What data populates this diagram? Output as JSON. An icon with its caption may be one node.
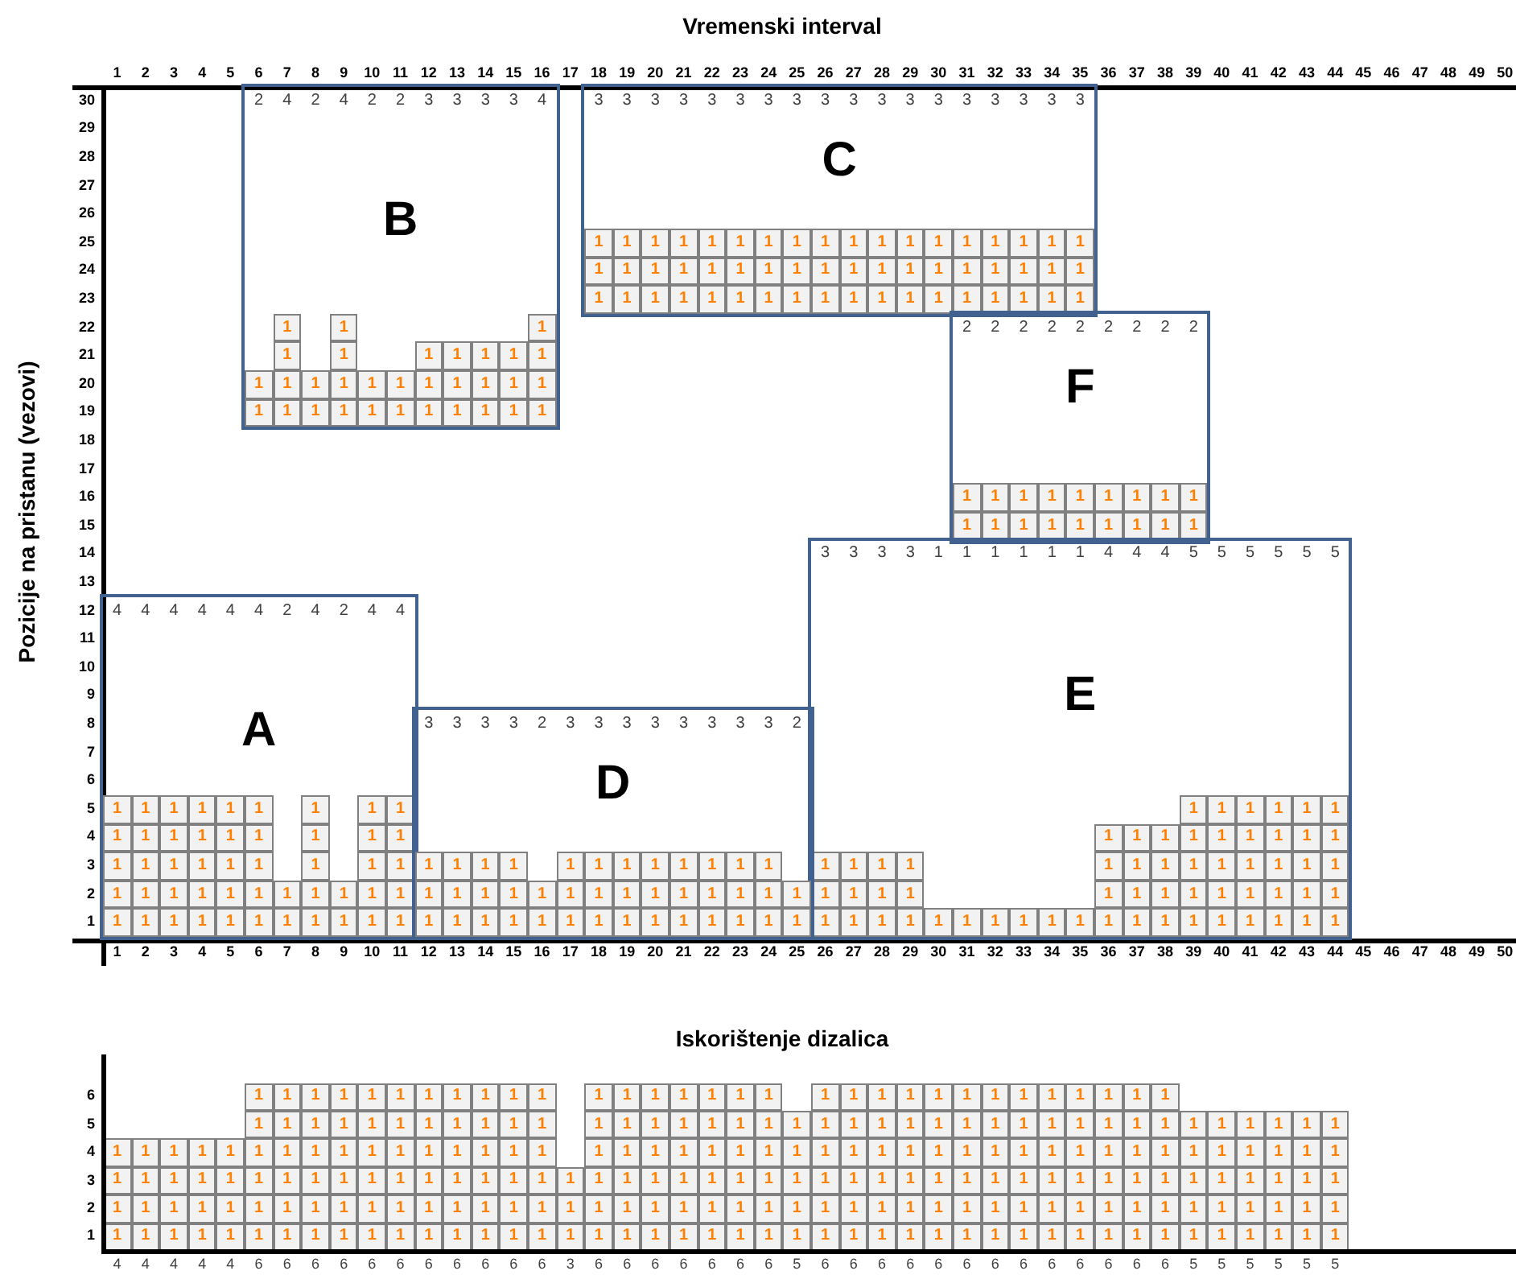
{
  "diagram": {
    "nodes": [
      {
        "text": [
          "2",
          "4",
          "2",
          "4",
          "2",
          "2",
          "3",
          "3",
          "3",
          "3",
          "4",
          "B"
        ]
      },
      {
        "text": [
          "1"
        ],
        "in": 0
      },
      {
        "text": [
          "1"
        ],
        "in": 0
      },
      {
        "text": [
          "1"
        ],
        "in": 0
      },
      {
        "text": [
          "1"
        ],
        "in": 0
      },
      {
        "text": [
          "1"
        ],
        "in": 0
      },
      {
        "text": [
          "1"
        ],
        "in": 0
      },
      {
        "text": [
          "1"
        ],
        "in": 0
      },
      {
        "text": [
          "1"
        ],
        "in": 0
      },
      {
        "text": [
          "1"
        ],
        "in": 0
      },
      {
        "text": [
          "1"
        ],
        "in": 0
      },
      {
        "text": [
          "1"
        ],
        "in": 0
      },
      {
        "text": [
          "1"
        ],
        "in": 0
      },
      {
        "text": [
          "1"
        ],
        "in": 0
      },
      {
        "text": [
          "1"
        ],
        "in": 0
      },
      {
        "text": [
          "1"
        ],
        "in": 0
      },
      {
        "text": [
          "1"
        ],
        "in": 0
      },
      {
        "text": [
          "1"
        ],
        "in": 0
      },
      {
        "text": [
          "1"
        ],
        "in": 0
      },
      {
        "text": [
          "1"
        ],
        "in": 0
      },
      {
        "text": [
          "1"
        ],
        "in": 0
      },
      {
        "text": [
          "1"
        ],
        "in": 0
      },
      {
        "text": [
          "1"
        ],
        "in": 0
      },
      {
        "text": [
          "1"
        ],
        "in": 0
      },
      {
        "text": [
          "1"
        ],
        "in": 0
      },
      {
        "text": [
          "1"
        ],
        "in": 0
      },
      {
        "text": [
          "1"
        ],
        "in": 0
      },
      {
        "text": [
          "1"
        ],
        "in": 0
      },
      {
        "text": [
          "1"
        ],
        "in": 0
      },
      {
        "text": [
          "1"
        ],
        "in": 0
      },
      {
        "text": [
          "1"
        ],
        "in": 0
      },
      {
        "text": [
          "1"
        ],
        "in": 0
      },
      {
        "text": [
          "1"
        ],
        "in": 0
      },
      {
        "text": [
          "3",
          "3",
          "3",
          "3",
          "3",
          "3",
          "3",
          "3",
          "3",
          "3",
          "3",
          "3",
          "3",
          "3",
          "3",
          "3",
          "3",
          "3",
          "C"
        ]
      },
      {
        "text": [
          "1"
        ],
        "in": 33
      },
      {
        "text": [
          "1"
        ],
        "in": 33
      },
      {
        "text": [
          "1"
        ],
        "in": 33
      },
      {
        "text": [
          "1"
        ],
        "in": 33
      },
      {
        "text": [
          "1"
        ],
        "in": 33
      },
      {
        "text": [
          "1"
        ],
        "in": 33
      },
      {
        "text": [
          "1"
        ],
        "in": 33
      },
      {
        "text": [
          "1"
        ],
        "in": 33
      },
      {
        "text": [
          "1"
        ],
        "in": 33
      },
      {
        "text": [
          "1"
        ],
        "in": 33
      },
      {
        "text": [
          "1"
        ],
        "in": 33
      },
      {
        "text": [
          "1"
        ],
        "in": 33
      },
      {
        "text": [
          "1"
        ],
        "in": 33
      },
      {
        "text": [
          "1"
        ],
        "in": 33
      },
      {
        "text": [
          "1"
        ],
        "in": 33
      },
      {
        "text": [
          "1"
        ],
        "in": 33
      },
      {
        "text": [
          "1"
        ],
        "in": 33
      },
      {
        "text": [
          "1"
        ],
        "in": 33
      },
      {
        "text": [
          "1"
        ],
        "in": 33
      },
      {
        "text": [
          "1"
        ],
        "in": 33
      },
      {
        "text": [
          "1"
        ],
        "in": 33
      },
      {
        "text": [
          "1"
        ],
        "in": 33
      },
      {
        "text": [
          "1"
        ],
        "in": 33
      },
      {
        "text": [
          "1"
        ],
        "in": 33
      },
      {
        "text": [
          "1"
        ],
        "in": 33
      },
      {
        "text": [
          "1"
        ],
        "in": 33
      },
      {
        "text": [
          "1"
        ],
        "in": 33
      },
      {
        "text": [
          "1"
        ],
        "in": 33
      },
      {
        "text": [
          "1"
        ],
        "in": 33
      },
      {
        "text": [
          "1"
        ],
        "in": 33
      },
      {
        "text": [
          "1"
        ],
        "in": 33
      },
      {
        "text": [
          "1"
        ],
        "in": 33
      },
      {
        "text": [
          "1"
        ],
        "in": 33
      },
      {
        "text": [
          "1"
        ],
        "in": 33
      },
      {
        "text": [
          "1"
        ],
        "in": 33
      },
      {
        "text": [
          "1"
        ],
        "in": 33
      },
      {
        "text": [
          "1"
        ],
        "in": 33
      },
      {
        "text": [
          "1"
        ],
        "in": 33
      },
      {
        "text": [
          "1"
        ],
        "in": 33
      },
      {
        "text": [
          "1"
        ],
        "in": 33
      },
      {
        "text": [
          "1"
        ],
        "in": 33
      },
      {
        "text": [
          "1"
        ],
        "in": 33
      },
      {
        "text": [
          "1"
        ],
        "in": 33
      },
      {
        "text": [
          "1"
        ],
        "in": 33
      },
      {
        "text": [
          "1"
        ],
        "in": 33
      },
      {
        "text": [
          "1"
        ],
        "in": 33
      },
      {
        "text": [
          "1"
        ],
        "in": 33
      },
      {
        "text": [
          "1"
        ],
        "in": 33
      },
      {
        "text": [
          "1"
        ],
        "in": 33
      },
      {
        "text": [
          "1"
        ],
        "in": 33
      },
      {
        "text": [
          "1"
        ],
        "in": 33
      },
      {
        "text": [
          "1"
        ],
        "in": 33
      },
      {
        "text": [
          "1"
        ],
        "in": 33
      },
      {
        "text": [
          "1"
        ],
        "in": 33
      },
      {
        "text": [
          "2",
          "2",
          "2",
          "2",
          "2",
          "2",
          "2",
          "2",
          "2",
          "F"
        ]
      },
      {
        "text": [
          "1"
        ],
        "in": 88
      },
      {
        "text": [
          "1"
        ],
        "in": 88
      },
      {
        "text": [
          "1"
        ],
        "in": 88
      },
      {
        "text": [
          "1"
        ],
        "in": 88
      },
      {
        "text": [
          "1"
        ],
        "in": 88
      },
      {
        "text": [
          "1"
        ],
        "in": 88
      },
      {
        "text": [
          "1"
        ],
        "in": 88
      },
      {
        "text": [
          "1"
        ],
        "in": 88
      },
      {
        "text": [
          "1"
        ],
        "in": 88
      },
      {
        "text": [
          "1"
        ],
        "in": 88
      },
      {
        "text": [
          "1"
        ],
        "in": 88
      },
      {
        "text": [
          "1"
        ],
        "in": 88
      },
      {
        "text": [
          "1"
        ],
        "in": 88
      },
      {
        "text": [
          "1"
        ],
        "in": 88
      },
      {
        "text": [
          "1"
        ],
        "in": 88
      },
      {
        "text": [
          "1"
        ],
        "in": 88
      },
      {
        "text": [
          "1"
        ],
        "in": 88
      },
      {
        "text": [
          "1"
        ],
        "in": 88
      },
      {
        "text": [
          "3",
          "3",
          "3",
          "3",
          "1",
          "1",
          "1",
          "1",
          "1",
          "1",
          "4",
          "4",
          "4",
          "5",
          "5",
          "5",
          "5",
          "5",
          "5",
          "E"
        ]
      },
      {
        "text": [
          "1"
        ],
        "in": 107
      },
      {
        "text": [
          "1"
        ],
        "in": 107
      },
      {
        "text": [
          "1"
        ],
        "in": 107
      },
      {
        "text": [
          "1"
        ],
        "in": 107
      },
      {
        "text": [
          "1"
        ],
        "in": 107
      },
      {
        "text": [
          "1"
        ],
        "in": 107
      },
      {
        "text": [
          "1"
        ],
        "in": 107
      },
      {
        "text": [
          "1"
        ],
        "in": 107
      },
      {
        "text": [
          "1"
        ],
        "in": 107
      },
      {
        "text": [
          "1"
        ],
        "in": 107
      },
      {
        "text": [
          "1"
        ],
        "in": 107
      },
      {
        "text": [
          "1"
        ],
        "in": 107
      },
      {
        "text": [
          "1"
        ],
        "in": 107
      },
      {
        "text": [
          "1"
        ],
        "in": 107
      },
      {
        "text": [
          "1"
        ],
        "in": 107
      },
      {
        "text": [
          "1"
        ],
        "in": 107
      },
      {
        "text": [
          "1"
        ],
        "in": 107
      },
      {
        "text": [
          "1"
        ],
        "in": 107
      },
      {
        "text": [
          "1"
        ],
        "in": 107
      },
      {
        "text": [
          "1"
        ],
        "in": 107
      },
      {
        "text": [
          "1"
        ],
        "in": 107
      },
      {
        "text": [
          "1"
        ],
        "in": 107
      },
      {
        "text": [
          "1"
        ],
        "in": 107
      },
      {
        "text": [
          "1"
        ],
        "in": 107
      },
      {
        "text": [
          "1"
        ],
        "in": 107
      },
      {
        "text": [
          "1"
        ],
        "in": 107
      },
      {
        "text": [
          "1"
        ],
        "in": 107
      },
      {
        "text": [
          "1"
        ],
        "in": 107
      },
      {
        "text": [
          "1"
        ],
        "in": 107
      },
      {
        "text": [
          "1"
        ],
        "in": 107
      },
      {
        "text": [
          "1"
        ],
        "in": 107
      },
      {
        "text": [
          "1"
        ],
        "in": 107
      },
      {
        "text": [
          "1"
        ],
        "in": 107
      },
      {
        "text": [
          "1"
        ],
        "in": 107
      },
      {
        "text": [
          "1"
        ],
        "in": 107
      },
      {
        "text": [
          "1"
        ],
        "in": 107
      },
      {
        "text": [
          "1"
        ],
        "in": 107
      },
      {
        "text": [
          "1"
        ],
        "in": 107
      },
      {
        "text": [
          "1"
        ],
        "in": 107
      },
      {
        "text": [
          "1"
        ],
        "in": 107
      },
      {
        "text": [
          "1"
        ],
        "in": 107
      },
      {
        "text": [
          "1"
        ],
        "in": 107
      },
      {
        "text": [
          "1"
        ],
        "in": 107
      },
      {
        "text": [
          "1"
        ],
        "in": 107
      },
      {
        "text": [
          "1"
        ],
        "in": 107
      },
      {
        "text": [
          "1"
        ],
        "in": 107
      },
      {
        "text": [
          "1"
        ],
        "in": 107
      },
      {
        "text": [
          "1"
        ],
        "in": 107
      },
      {
        "text": [
          "1"
        ],
        "in": 107
      },
      {
        "text": [
          "1"
        ],
        "in": 107
      },
      {
        "text": [
          "1"
        ],
        "in": 107
      },
      {
        "text": [
          "1"
        ],
        "in": 107
      },
      {
        "text": [
          "1"
        ],
        "in": 107
      },
      {
        "text": [
          "1"
        ],
        "in": 107
      },
      {
        "text": [
          "1"
        ],
        "in": 107
      },
      {
        "text": [
          "1"
        ],
        "in": 107
      },
      {
        "text": [
          "1"
        ],
        "in": 107
      },
      {
        "text": [
          "1"
        ],
        "in": 107
      },
      {
        "text": [
          "1"
        ],
        "in": 107
      },
      {
        "text": [
          "1"
        ],
        "in": 107
      },
      {
        "text": [
          "4",
          "4",
          "4",
          "4",
          "4",
          "4",
          "2",
          "4",
          "2",
          "4",
          "4",
          "A"
        ]
      },
      {
        "text": [
          "1"
        ],
        "in": 168
      },
      {
        "text": [
          "1"
        ],
        "in": 168
      },
      {
        "text": [
          "1"
        ],
        "in": 168
      },
      {
        "text": [
          "1"
        ],
        "in": 168
      },
      {
        "text": [
          "1"
        ],
        "in": 168
      },
      {
        "text": [
          "1"
        ],
        "in": 168
      },
      {
        "text": [
          "1"
        ],
        "in": 168
      },
      {
        "text": [
          "1"
        ],
        "in": 168
      },
      {
        "text": [
          "1"
        ],
        "in": 168
      },
      {
        "text": [
          "1"
        ],
        "in": 168
      },
      {
        "text": [
          "1"
        ],
        "in": 168
      },
      {
        "text": [
          "1"
        ],
        "in": 168
      },
      {
        "text": [
          "1"
        ],
        "in": 168
      },
      {
        "text": [
          "1"
        ],
        "in": 168
      },
      {
        "text": [
          "1"
        ],
        "in": 168
      },
      {
        "text": [
          "1"
        ],
        "in": 168
      },
      {
        "text": [
          "1"
        ],
        "in": 168
      },
      {
        "text": [
          "1"
        ],
        "in": 168
      },
      {
        "text": [
          "1"
        ],
        "in": 168
      },
      {
        "text": [
          "1"
        ],
        "in": 168
      },
      {
        "text": [
          "1"
        ],
        "in": 168
      },
      {
        "text": [
          "1"
        ],
        "in": 168
      },
      {
        "text": [
          "1"
        ],
        "in": 168
      },
      {
        "text": [
          "1"
        ],
        "in": 168
      },
      {
        "text": [
          "1"
        ],
        "in": 168
      },
      {
        "text": [
          "1"
        ],
        "in": 168
      },
      {
        "text": [
          "1"
        ],
        "in": 168
      },
      {
        "text": [
          "1"
        ],
        "in": 168
      },
      {
        "text": [
          "1"
        ],
        "in": 168
      },
      {
        "text": [
          "1"
        ],
        "in": 168
      },
      {
        "text": [
          "1"
        ],
        "in": 168
      },
      {
        "text": [
          "1"
        ],
        "in": 168
      },
      {
        "text": [
          "1"
        ],
        "in": 168
      },
      {
        "text": [
          "1"
        ],
        "in": 168
      },
      {
        "text": [
          "1"
        ],
        "in": 168
      },
      {
        "text": [
          "1"
        ],
        "in": 168
      },
      {
        "text": [
          "1"
        ],
        "in": 168
      },
      {
        "text": [
          "1"
        ],
        "in": 168
      },
      {
        "text": [
          "1"
        ],
        "in": 168
      },
      {
        "text": [
          "1"
        ],
        "in": 168
      },
      {
        "text": [
          "1"
        ],
        "in": 168
      },
      {
        "text": [
          "1"
        ],
        "in": 168
      },
      {
        "text": [
          "1"
        ],
        "in": 168
      },
      {
        "text": [
          "1"
        ],
        "in": 168
      },
      {
        "text": [
          "1"
        ],
        "in": 168
      },
      {
        "text": [
          "1"
        ],
        "in": 168
      },
      {
        "text": [
          "1"
        ],
        "in": 168
      },
      {
        "text": [
          "1"
        ],
        "in": 168
      },
      {
        "text": [
          "1"
        ],
        "in": 168
      },
      {
        "text": [
          "3",
          "3",
          "3",
          "3",
          "2",
          "3",
          "3",
          "3",
          "3",
          "3",
          "3",
          "3",
          "3",
          "2",
          "D"
        ]
      },
      {
        "text": [
          "1"
        ],
        "in": 218
      },
      {
        "text": [
          "1"
        ],
        "in": 218
      },
      {
        "text": [
          "1"
        ],
        "in": 218
      },
      {
        "text": [
          "1"
        ],
        "in": 218
      },
      {
        "text": [
          "1"
        ],
        "in": 218
      },
      {
        "text": [
          "1"
        ],
        "in": 218
      },
      {
        "text": [
          "1"
        ],
        "in": 218
      },
      {
        "text": [
          "1"
        ],
        "in": 218
      },
      {
        "text": [
          "1"
        ],
        "in": 218
      },
      {
        "text": [
          "1"
        ],
        "in": 218
      },
      {
        "text": [
          "1"
        ],
        "in": 218
      },
      {
        "text": [
          "1"
        ],
        "in": 218
      },
      {
        "text": [
          "1"
        ],
        "in": 218
      },
      {
        "text": [
          "1"
        ],
        "in": 218
      },
      {
        "text": [
          "1"
        ],
        "in": 218
      },
      {
        "text": [
          "1"
        ],
        "in": 218
      },
      {
        "text": [
          "1"
        ],
        "in": 218
      },
      {
        "text": [
          "1"
        ],
        "in": 218
      },
      {
        "text": [
          "1"
        ],
        "in": 218
      },
      {
        "text": [
          "1"
        ],
        "in": 218
      },
      {
        "text": [
          "1"
        ],
        "in": 218
      },
      {
        "text": [
          "1"
        ],
        "in": 218
      },
      {
        "text": [
          "1"
        ],
        "in": 218
      },
      {
        "text": [
          "1"
        ],
        "in": 218
      },
      {
        "text": [
          "1"
        ],
        "in": 218
      },
      {
        "text": [
          "1"
        ],
        "in": 218
      },
      {
        "text": [
          "1"
        ],
        "in": 218
      },
      {
        "text": [
          "1"
        ],
        "in": 218
      },
      {
        "text": [
          "1"
        ],
        "in": 218
      },
      {
        "text": [
          "1"
        ],
        "in": 218
      },
      {
        "text": [
          "1"
        ],
        "in": 218
      },
      {
        "text": [
          "1"
        ],
        "in": 218
      },
      {
        "text": [
          "1"
        ],
        "in": 218
      },
      {
        "text": [
          "1"
        ],
        "in": 218
      },
      {
        "text": [
          "1"
        ],
        "in": 218
      },
      {
        "text": [
          "1"
        ],
        "in": 218
      },
      {
        "text": [
          "1"
        ],
        "in": 218
      },
      {
        "text": [
          "1"
        ],
        "in": 218
      },
      {
        "text": [
          "1"
        ],
        "in": 218
      },
      {
        "text": [
          "1"
        ],
        "in": 218
      },
      {
        "text": [
          "1"
        ]
      },
      {
        "text": [
          "1"
        ]
      },
      {
        "text": [
          "1"
        ]
      },
      {
        "text": [
          "1"
        ]
      },
      {
        "text": [
          "1"
        ]
      },
      {
        "text": [
          "1"
        ]
      },
      {
        "text": [
          "1"
        ]
      },
      {
        "text": [
          "1"
        ]
      },
      {
        "text": [
          "1"
        ]
      },
      {
        "text": [
          "1"
        ]
      },
      {
        "text": [
          "1"
        ]
      },
      {
        "text": [
          "1"
        ]
      },
      {
        "text": [
          "1"
        ]
      },
      {
        "text": [
          "1"
        ]
      },
      {
        "text": [
          "1"
        ]
      },
      {
        "text": [
          "1"
        ]
      },
      {
        "text": [
          "1"
        ]
      },
      {
        "text": [
          "1"
        ]
      },
      {
        "text": [
          "1"
        ]
      },
      {
        "text": [
          "1"
        ]
      },
      {
        "text": [
          "1"
        ]
      },
      {
        "text": [
          "1"
        ]
      },
      {
        "text": [
          "1"
        ]
      },
      {
        "text": [
          "1"
        ]
      },
      {
        "text": [
          "1"
        ]
      },
      {
        "text": [
          "1"
        ]
      },
      {
        "text": [
          "1"
        ]
      },
      {
        "text": [
          "1"
        ]
      },
      {
        "text": [
          "1"
        ]
      },
      {
        "text": [
          "1"
        ]
      },
      {
        "text": [
          "1"
        ]
      },
      {
        "text": [
          "1"
        ]
      },
      {
        "text": [
          "1"
        ]
      },
      {
        "text": [
          "1"
        ]
      },
      {
        "text": [
          "1"
        ]
      },
      {
        "text": [
          "1"
        ]
      },
      {
        "text": [
          "1"
        ]
      },
      {
        "text": [
          "1"
        ]
      },
      {
        "text": [
          "1"
        ]
      },
      {
        "text": [
          "1"
        ]
      },
      {
        "text": [
          "1"
        ]
      },
      {
        "text": [
          "1"
        ]
      },
      {
        "text": [
          "1"
        ]
      },
      {
        "text": [
          "1"
        ]
      },
      {
        "text": [
          "1"
        ]
      },
      {
        "text": [
          "1"
        ]
      },
      {
        "text": [
          "1"
        ]
      },
      {
        "text": [
          "1"
        ]
      },
      {
        "text": [
          "1"
        ]
      },
      {
        "text": [
          "1"
        ]
      },
      {
        "text": [
          "1"
        ]
      },
      {
        "text": [
          "1"
        ]
      },
      {
        "text": [
          "1"
        ]
      },
      {
        "text": [
          "1"
        ]
      },
      {
        "text": [
          "1"
        ]
      },
      {
        "text": [
          "1"
        ]
      },
      {
        "text": [
          "1"
        ]
      },
      {
        "text": [
          "1"
        ]
      },
      {
        "text": [
          "1"
        ]
      },
      {
        "text": [
          "1"
        ]
      },
      {
        "text": [
          "1"
        ]
      },
      {
        "text": [
          "1"
        ]
      },
      {
        "text": [
          "1"
        ]
      },
      {
        "text": [
          "1"
        ]
      },
      {
        "text": [
          "1"
        ]
      },
      {
        "text": [
          "1"
        ]
      },
      {
        "text": [
          "1"
        ]
      },
      {
        "text": [
          "1"
        ]
      },
      {
        "text": [
          "1"
        ]
      },
      {
        "text": [
          "1"
        ]
      },
      {
        "text": [
          "1"
        ]
      },
      {
        "text": [
          "1"
        ]
      },
      {
        "text": [
          "1"
        ]
      },
      {
        "text": [
          "1"
        ]
      },
      {
        "text": [
          "1"
        ]
      },
      {
        "text": [
          "1"
        ]
      },
      {
        "text": [
          "1"
        ]
      },
      {
        "text": [
          "1"
        ]
      },
      {
        "text": [
          "1"
        ]
      },
      {
        "text": [
          "1"
        ]
      },
      {
        "text": [
          "1"
        ]
      },
      {
        "text": [
          "1"
        ]
      },
      {
        "text": [
          "1"
        ]
      },
      {
        "text": [
          "1"
        ]
      },
      {
        "text": [
          "1"
        ]
      },
      {
        "text": [
          "1"
        ]
      },
      {
        "text": [
          "1"
        ]
      },
      {
        "text": [
          "1"
        ]
      },
      {
        "text": [
          "1"
        ]
      },
      {
        "text": [
          "1"
        ]
      },
      {
        "text": [
          "1"
        ]
      },
      {
        "text": [
          "1"
        ]
      },
      {
        "text": [
          "1"
        ]
      },
      {
        "text": [
          "1"
        ]
      },
      {
        "text": [
          "1"
        ]
      },
      {
        "text": [
          "1"
        ]
      },
      {
        "text": [
          "1"
        ]
      },
      {
        "text": [
          "1"
        ]
      },
      {
        "text": [
          "1"
        ]
      },
      {
        "text": [
          "1"
        ]
      },
      {
        "text": [
          "1"
        ]
      },
      {
        "text": [
          "1"
        ]
      },
      {
        "text": [
          "1"
        ]
      },
      {
        "text": [
          "1"
        ]
      },
      {
        "text": [
          "1"
        ]
      },
      {
        "text": [
          "1"
        ]
      },
      {
        "text": [
          "1"
        ]
      },
      {
        "text": [
          "1"
        ]
      },
      {
        "text": [
          "1"
        ]
      },
      {
        "text": [
          "1"
        ]
      },
      {
        "text": [
          "1"
        ]
      },
      {
        "text": [
          "1"
        ]
      },
      {
        "text": [
          "1"
        ]
      },
      {
        "text": [
          "1"
        ]
      },
      {
        "text": [
          "1"
        ]
      },
      {
        "text": [
          "1"
        ]
      },
      {
        "text": [
          "1"
        ]
      },
      {
        "text": [
          "1"
        ]
      },
      {
        "text": [
          "1"
        ]
      },
      {
        "text": [
          "1"
        ]
      },
      {
        "text": [
          "1"
        ]
      },
      {
        "text": [
          "1"
        ]
      },
      {
        "text": [
          "1"
        ]
      },
      {
        "text": [
          "1"
        ]
      },
      {
        "text": [
          "1"
        ]
      },
      {
        "text": [
          "1"
        ]
      },
      {
        "text": [
          "1"
        ]
      },
      {
        "text": [
          "1"
        ]
      },
      {
        "text": [
          "1"
        ]
      },
      {
        "text": [
          "1"
        ]
      },
      {
        "text": [
          "1"
        ]
      },
      {
        "text": [
          "1"
        ]
      },
      {
        "text": [
          "1"
        ]
      },
      {
        "text": [
          "1"
        ]
      },
      {
        "text": [
          "1"
        ]
      },
      {
        "text": [
          "1"
        ]
      },
      {
        "text": [
          "1"
        ]
      },
      {
        "text": [
          "1"
        ]
      },
      {
        "text": [
          "1"
        ]
      },
      {
        "text": [
          "1"
        ]
      },
      {
        "text": [
          "1"
        ]
      },
      {
        "text": [
          "1"
        ]
      },
      {
        "text": [
          "1"
        ]
      },
      {
        "text": [
          "1"
        ]
      },
      {
        "text": [
          "1"
        ]
      },
      {
        "text": [
          "1"
        ]
      },
      {
        "text": [
          "1"
        ]
      },
      {
        "text": [
          "1"
        ]
      },
      {
        "text": [
          "1"
        ]
      },
      {
        "text": [
          "1"
        ]
      },
      {
        "text": [
          "1"
        ]
      },
      {
        "text": [
          "1"
        ]
      },
      {
        "text": [
          "1"
        ]
      },
      {
        "text": [
          "1"
        ]
      },
      {
        "text": [
          "1"
        ]
      },
      {
        "text": [
          "1"
        ]
      },
      {
        "text": [
          "1"
        ]
      },
      {
        "text": [
          "1"
        ]
      },
      {
        "text": [
          "1"
        ]
      },
      {
        "text": [
          "1"
        ]
      },
      {
        "text": [
          "1"
        ]
      },
      {
        "text": [
          "1"
        ]
      },
      {
        "text": [
          "1"
        ]
      },
      {
        "text": [
          "1"
        ]
      },
      {
        "text": [
          "1"
        ]
      },
      {
        "text": [
          "1"
        ]
      },
      {
        "text": [
          "1"
        ]
      },
      {
        "text": [
          "1"
        ]
      },
      {
        "text": [
          "1"
        ]
      },
      {
        "text": [
          "1"
        ]
      },
      {
        "text": [
          "1"
        ]
      },
      {
        "text": [
          "1"
        ]
      },
      {
        "text": [
          "1"
        ]
      },
      {
        "text": [
          "1"
        ]
      },
      {
        "text": [
          "1"
        ]
      },
      {
        "text": [
          "1"
        ]
      },
      {
        "text": [
          "1"
        ]
      },
      {
        "text": [
          "1"
        ]
      },
      {
        "text": [
          "1"
        ]
      },
      {
        "text": [
          "1"
        ]
      },
      {
        "text": [
          "1"
        ]
      },
      {
        "text": [
          "1"
        ]
      },
      {
        "text": [
          "1"
        ]
      },
      {
        "text": [
          "1"
        ]
      },
      {
        "text": [
          "1"
        ]
      },
      {
        "text": [
          "1"
        ]
      },
      {
        "text": [
          "1"
        ]
      },
      {
        "text": [
          "1"
        ]
      },
      {
        "text": [
          "1"
        ]
      },
      {
        "text": [
          "1"
        ]
      },
      {
        "text": [
          "1"
        ]
      },
      {
        "text": [
          "1"
        ]
      },
      {
        "text": [
          "1"
        ]
      },
      {
        "text": [
          "1"
        ]
      },
      {
        "text": [
          "1"
        ]
      },
      {
        "text": [
          "1"
        ]
      },
      {
        "text": [
          "1"
        ]
      },
      {
        "text": [
          "1"
        ]
      },
      {
        "text": [
          "1"
        ]
      },
      {
        "text": [
          "1"
        ]
      },
      {
        "text": [
          "1"
        ]
      },
      {
        "text": [
          "1"
        ]
      },
      {
        "text": [
          "1"
        ]
      },
      {
        "text": [
          "1"
        ]
      },
      {
        "text": [
          "1"
        ]
      },
      {
        "text": [
          "1"
        ]
      },
      {
        "text": [
          "1"
        ]
      },
      {
        "text": [
          "1"
        ]
      },
      {
        "text": [
          "1"
        ]
      },
      {
        "text": [
          "1"
        ]
      },
      {
        "text": [
          "1"
        ]
      },
      {
        "text": [
          "1"
        ]
      },
      {
        "text": [
          "1"
        ]
      },
      {
        "text": [
          "1"
        ]
      },
      {
        "text": [
          "1"
        ]
      },
      {
        "text": [
          "1"
        ]
      },
      {
        "text": [
          "1"
        ]
      },
      {
        "text": [
          "1"
        ]
      },
      {
        "text": [
          "1"
        ]
      },
      {
        "text": [
          "1"
        ]
      },
      {
        "text": [
          "1"
        ]
      },
      {
        "text": [
          "1"
        ]
      },
      {
        "text": [
          "1"
        ]
      },
      {
        "text": [
          "1"
        ]
      },
      {
        "text": [
          "1"
        ]
      },
      {
        "text": [
          "1"
        ]
      },
      {
        "text": [
          "1"
        ]
      },
      {
        "text": [
          "1"
        ]
      },
      {
        "text": [
          "1"
        ]
      },
      {
        "text": [
          "1"
        ]
      },
      {
        "text": [
          "1"
        ]
      },
      {
        "text": [
          "1"
        ]
      },
      {
        "text": [
          "1"
        ]
      },
      {
        "text": [
          "1"
        ]
      },
      {
        "text": [
          "1"
        ]
      },
      {
        "text": [
          "1"
        ]
      },
      {
        "text": [
          "1"
        ]
      },
      {
        "text": [
          "1"
        ]
      },
      {
        "text": [
          "1"
        ]
      },
      {
        "text": [
          "1"
        ]
      },
      {
        "text": [
          "1"
        ]
      },
      {
        "text": [
          "1"
        ]
      },
      {
        "text": [
          "1"
        ]
      },
      {
        "text": [
          "1"
        ]
      }
    ],
    "labels": [
      "Vremenski interval",
      "1",
      "2",
      "3",
      "4",
      "5",
      "6",
      "7",
      "8",
      "9",
      "10",
      "11",
      "12",
      "13",
      "14",
      "15",
      "16",
      "17",
      "18",
      "19",
      "20",
      "21",
      "22",
      "23",
      "24",
      "25",
      "26",
      "27",
      "28",
      "29",
      "30",
      "31",
      "32",
      "33",
      "34",
      "35",
      "36",
      "37",
      "38",
      "39",
      "40",
      "41",
      "42",
      "43",
      "44",
      "45",
      "46",
      "47",
      "48",
      "49",
      "50",
      "Pozicije na pristanu (vezovi)",
      "30",
      "29",
      "28",
      "27",
      "26",
      "25",
      "24",
      "23",
      "22",
      "21",
      "20",
      "19",
      "18",
      "17",
      "16",
      "15",
      "14",
      "13",
      "12",
      "11",
      "10",
      "9",
      "8",
      "7",
      "6",
      "5",
      "4",
      "3",
      "2",
      "1",
      "1",
      "2",
      "3",
      "4",
      "5",
      "6",
      "7",
      "8",
      "9",
      "10",
      "11",
      "12",
      "13",
      "14",
      "15",
      "16",
      "17",
      "18",
      "19",
      "20",
      "21",
      "22",
      "23",
      "24",
      "25",
      "26",
      "27",
      "28",
      "29",
      "30",
      "31",
      "32",
      "33",
      "34",
      "35",
      "36",
      "37",
      "38",
      "39",
      "40",
      "41",
      "42",
      "43",
      "44",
      "45",
      "46",
      "47",
      "48",
      "49",
      "50",
      "Iskorištenje dizalica",
      "6",
      "5",
      "4",
      "3",
      "2",
      "1",
      "4",
      "4",
      "4",
      "4",
      "4",
      "6",
      "6",
      "6",
      "6",
      "6",
      "6",
      "6",
      "6",
      "6",
      "6",
      "6",
      "3",
      "6",
      "6",
      "6",
      "6",
      "6",
      "6",
      "6",
      "5",
      "6",
      "6",
      "6",
      "6",
      "6",
      "6",
      "6",
      "6",
      "6",
      "6",
      "6",
      "6",
      "6",
      "5",
      "5",
      "5",
      "5",
      "5",
      "5"
    ]
  }
}
